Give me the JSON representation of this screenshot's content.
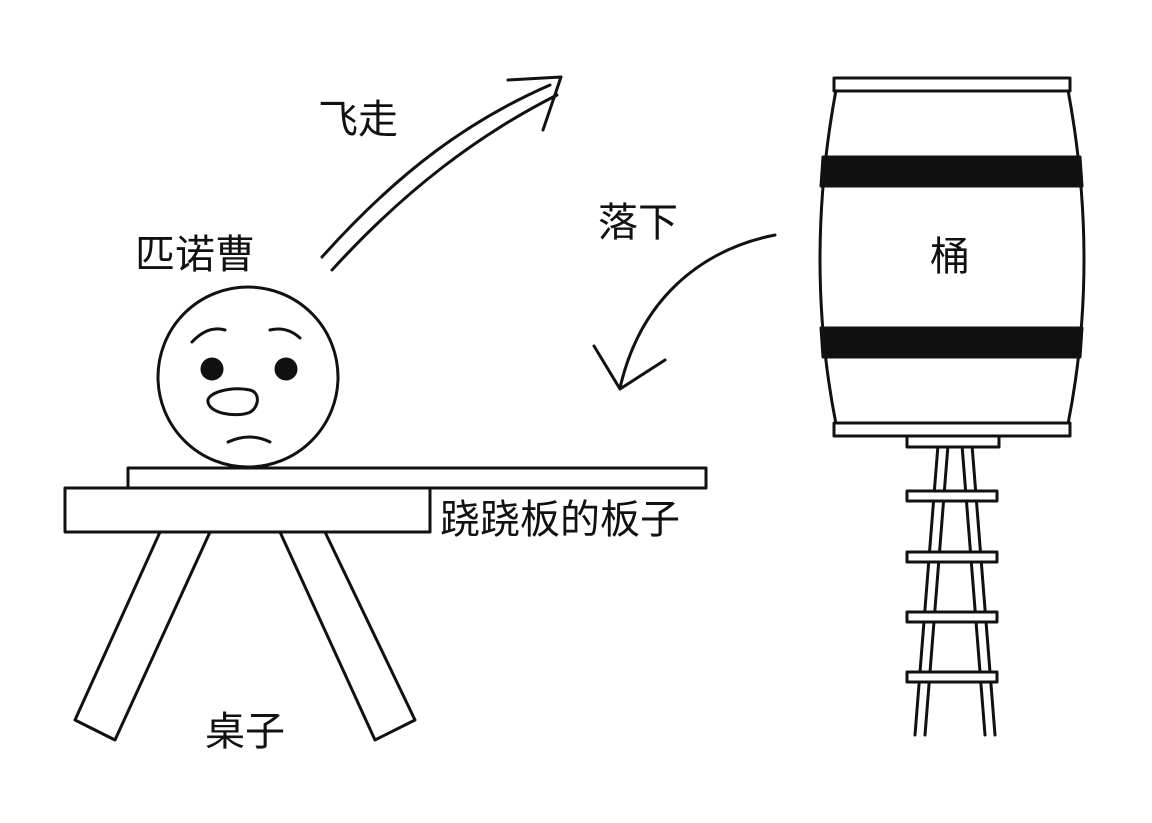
{
  "labels": {
    "fly_away": "飞走",
    "fall_down": "落下",
    "pinocchio": "匹诺曹",
    "barrel": "桶",
    "seesaw_board": "跷跷板的板子",
    "table": "桌子"
  },
  "colors": {
    "stroke": "#111111",
    "fill": "#ffffff",
    "band": "#111111"
  },
  "icons": {
    "face": "worried-face"
  }
}
